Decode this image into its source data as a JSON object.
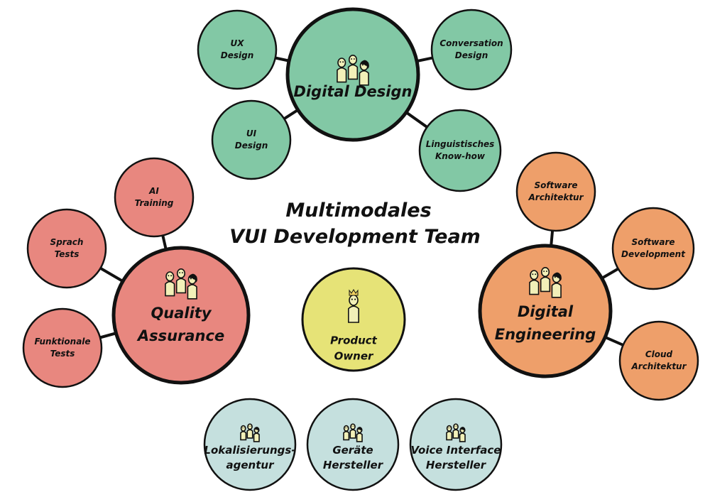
{
  "title": [
    "Multimodales",
    "VUI Development Team"
  ],
  "colors": {
    "design": "#82c8a5",
    "quality": "#e8877f",
    "engineering": "#ee9f6a",
    "owner": "#e6e377",
    "external": "#c5e0de",
    "figure": "#f2f0b8"
  },
  "teams": {
    "design": {
      "name": [
        "Digital Design"
      ],
      "skills": [
        [
          "UX",
          "Design"
        ],
        [
          "Conversation",
          "Design"
        ],
        [
          "UI",
          "Design"
        ],
        [
          "Linguistisches",
          "Know-how"
        ]
      ]
    },
    "quality": {
      "name": [
        "Quality",
        "Assurance"
      ],
      "skills": [
        [
          "AI",
          "Training"
        ],
        [
          "Sprach",
          "Tests"
        ],
        [
          "Funktionale",
          "Tests"
        ]
      ]
    },
    "engineering": {
      "name": [
        "Digital",
        "Engineering"
      ],
      "skills": [
        [
          "Software",
          "Architektur"
        ],
        [
          "Software",
          "Development"
        ],
        [
          "Cloud",
          "Architektur"
        ]
      ]
    }
  },
  "owner": {
    "name": [
      "Product",
      "Owner"
    ],
    "icon": "crowned-person-icon"
  },
  "external": [
    [
      "Lokalisierungs-",
      "agentur"
    ],
    [
      "Geräte",
      "Hersteller"
    ],
    [
      "Voice Interface",
      "Hersteller"
    ]
  ],
  "icons": {
    "team": "people-group-icon"
  }
}
